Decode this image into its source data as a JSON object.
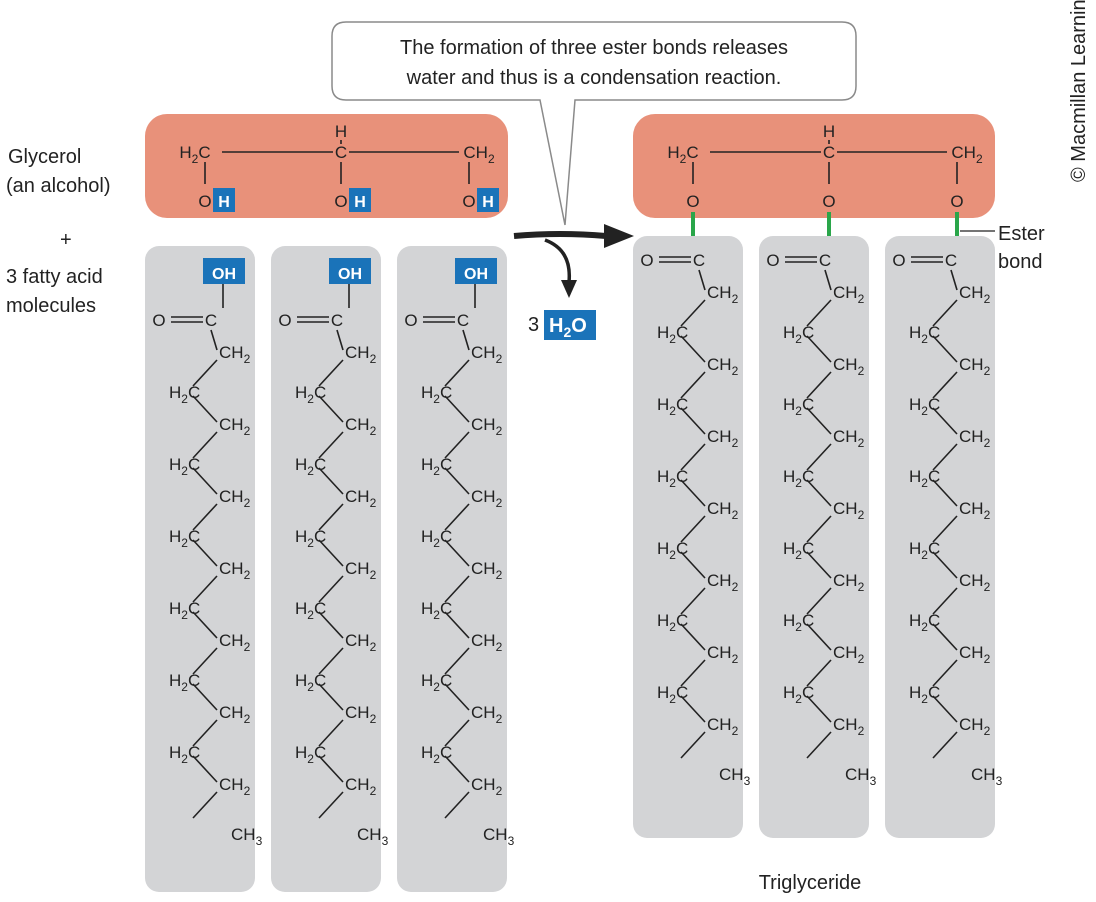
{
  "callout": {
    "line1": "The formation of three ester bonds releases",
    "line2": "water and thus is a condensation reaction."
  },
  "copyright": "© Macmillan Learning",
  "left_labels": {
    "glycerol_line1": "Glycerol",
    "glycerol_line2": "(an alcohol)",
    "plus": "+",
    "fatty_line1": "3 fatty acid",
    "fatty_line2": "molecules"
  },
  "water": {
    "coefficient": "3",
    "formula": "H",
    "subscript": "2",
    "tail": "O"
  },
  "ester_label": {
    "line1": "Ester",
    "line2": "bond"
  },
  "product_label": "Triglyceride",
  "atoms": {
    "H": "H",
    "C": "C",
    "O": "O",
    "OH": "OH",
    "H2": "H",
    "two": "2",
    "CH": "CH",
    "three": "3"
  },
  "colors": {
    "glycerol_box": "#e8917a",
    "fatty_box": "#d3d4d6",
    "highlight": "#1a73b9",
    "ester_bond": "#2aa64a",
    "text": "#222222"
  }
}
